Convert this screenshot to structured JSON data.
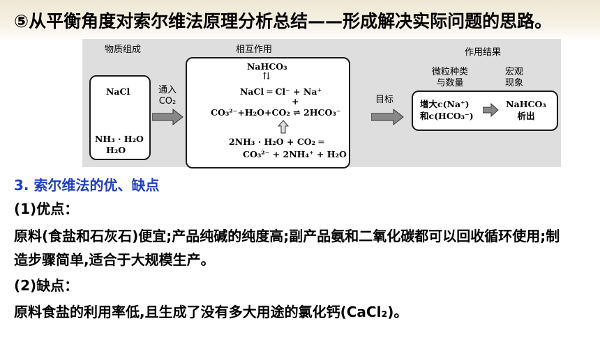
{
  "slide": {
    "title": "⑤从平衡角度对索尔维法原理分析总结——形成解决实际问题的思路。"
  },
  "diagram": {
    "headings": {
      "composition": "物质组成",
      "interaction": "相互作用",
      "result": "作用结果"
    },
    "left_box": {
      "nacl": "NaCl",
      "nh3": "NH₃ · H₂O",
      "h2o": "H₂O"
    },
    "arrow1_label": [
      "通入",
      "CO₂"
    ],
    "middle_box": {
      "nahco3": "NaHCO₃",
      "eq1": "NaCl ═ Cl⁻ + Na⁺",
      "plus": "+",
      "eq2": "CO₃²⁻+H₂O+CO₂ ⇌ 2HCO₃⁻",
      "eq3": "2NH₃ · H₂O + CO₂ ═",
      "eq4": "CO₃²⁻ + 2NH₄⁺ + H₂O"
    },
    "arrow2_label": "目标",
    "result_labels": {
      "micro": [
        "微粒种类",
        "与数量"
      ],
      "macro": [
        "宏观",
        "现象"
      ]
    },
    "right_box": {
      "increase": [
        "增大c(Na⁺)",
        "和c(HCO₃⁻)"
      ],
      "product": [
        "NaHCO₃",
        "析出"
      ]
    }
  },
  "section": {
    "heading": "3. 索尔维法的优、缺点",
    "pros_title": "(1)优点：",
    "pros_text": "原料(食盐和石灰石)便宜;产品纯碱的纯度高;副产品氨和二氧化碳都可以回收循环使用;制造步骤简单,适合于大规模生产。",
    "cons_title": "(2)缺点：",
    "cons_text": "原料食盐的利用率低,且生成了没有多大用途的氯化钙(CaCl₂)。"
  }
}
